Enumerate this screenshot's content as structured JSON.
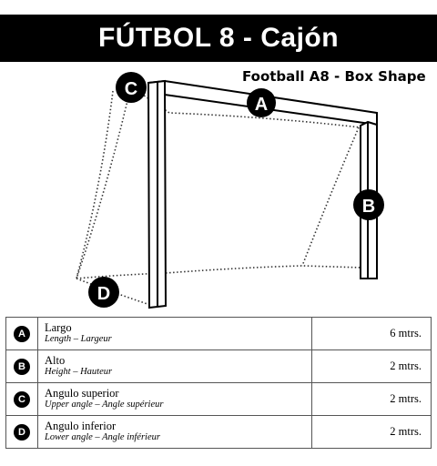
{
  "title": "FÚTBOL 8 - Cajón",
  "subtitle": "Football A8 - Box Shape",
  "markers": {
    "a": "A",
    "b": "B",
    "c": "C",
    "d": "D"
  },
  "specs": [
    {
      "badge": "A",
      "label": "Largo",
      "sublabel": "Length – Largeur",
      "value": "6 mtrs."
    },
    {
      "badge": "B",
      "label": "Alto",
      "sublabel": "Height – Hauteur",
      "value": "2 mtrs."
    },
    {
      "badge": "C",
      "label": "Angulo superior",
      "sublabel": "Upper angle – Angle supérieur",
      "value": "2 mtrs."
    },
    {
      "badge": "D",
      "label": "Angulo inferior",
      "sublabel": "Lower angle – Angle inférieur",
      "value": "2 mtrs."
    }
  ]
}
